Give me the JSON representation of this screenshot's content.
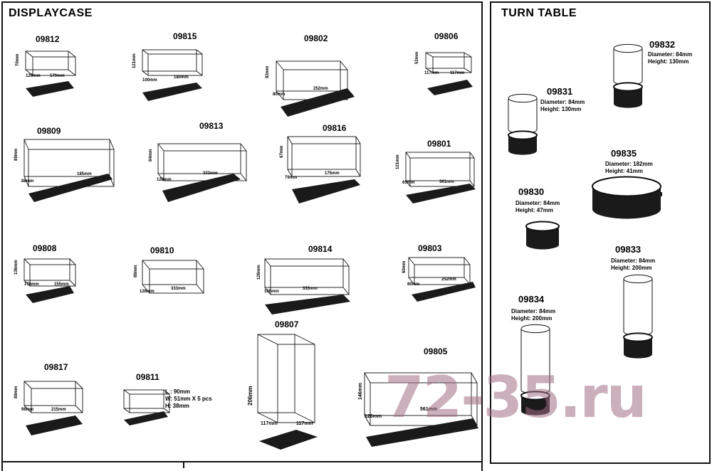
{
  "displaycase": {
    "title": "DISPLAYCASE",
    "items": [
      {
        "code": "09812",
        "height": "70mm",
        "depth": "126mm",
        "length": "179mm"
      },
      {
        "code": "09815",
        "height": "121mm",
        "depth": "100mm",
        "length": "180mm"
      },
      {
        "code": "09802",
        "height": "82mm",
        "depth": "80mm",
        "length": "252mm"
      },
      {
        "code": "09806",
        "height": "52mm",
        "depth": "117mm",
        "length": "117mm"
      },
      {
        "code": "09809",
        "height": "89mm",
        "depth": "88mm",
        "length": "185mm"
      },
      {
        "code": "09813",
        "height": "84mm",
        "depth": "128mm",
        "length": "333mm"
      },
      {
        "code": "09816",
        "height": "67mm",
        "depth": "79mm",
        "length": "175mm"
      },
      {
        "code": "09801",
        "height": "121mm",
        "depth": "65mm",
        "length": "361mm"
      },
      {
        "code": "09808",
        "height": "136mm",
        "depth": "176mm",
        "length": "155mm"
      },
      {
        "code": "09810",
        "height": "88mm",
        "depth": "128mm",
        "length": "333mm"
      },
      {
        "code": "09814",
        "height": "128mm",
        "depth": "100mm",
        "length": "333mm"
      },
      {
        "code": "09803",
        "height": "60mm",
        "depth": "80mm",
        "length": "252mm"
      },
      {
        "code": "09807",
        "height": "206mm",
        "depth": "117mm",
        "length": "117mm"
      },
      {
        "code": "09817",
        "height": "89mm",
        "depth": "98mm",
        "length": "215mm"
      },
      {
        "code": "09805",
        "height": "146mm",
        "depth": "126mm",
        "length": "561mm"
      }
    ],
    "item_09811": {
      "code": "09811",
      "spec": [
        "L : 90mm",
        "W: 51mm  X 5 pcs",
        "H: 38mm"
      ]
    }
  },
  "turntable": {
    "title": "TURN TABLE",
    "items": [
      {
        "code": "09832",
        "spec": [
          "Diameter: 84mm",
          "Height: 130mm"
        ]
      },
      {
        "code": "09831",
        "spec": [
          "Diameter: 84mm",
          "Height: 130mm"
        ]
      },
      {
        "code": "09835",
        "spec": [
          "Diameter: 182mm",
          "Height: 41mm"
        ]
      },
      {
        "code": "09830",
        "spec": [
          "Diameter: 84mm",
          "Height: 47mm"
        ]
      },
      {
        "code": "09833",
        "spec": [
          "Diameter: 84mm",
          "Height: 200mm"
        ]
      },
      {
        "code": "09834",
        "spec": [
          "Diameter: 84mm",
          "Height: 200mm"
        ]
      }
    ]
  },
  "watermark": "72-35.ru",
  "colors": {
    "line": "#111111",
    "base": "#1a1a1a",
    "watermark": "#a06e82"
  }
}
